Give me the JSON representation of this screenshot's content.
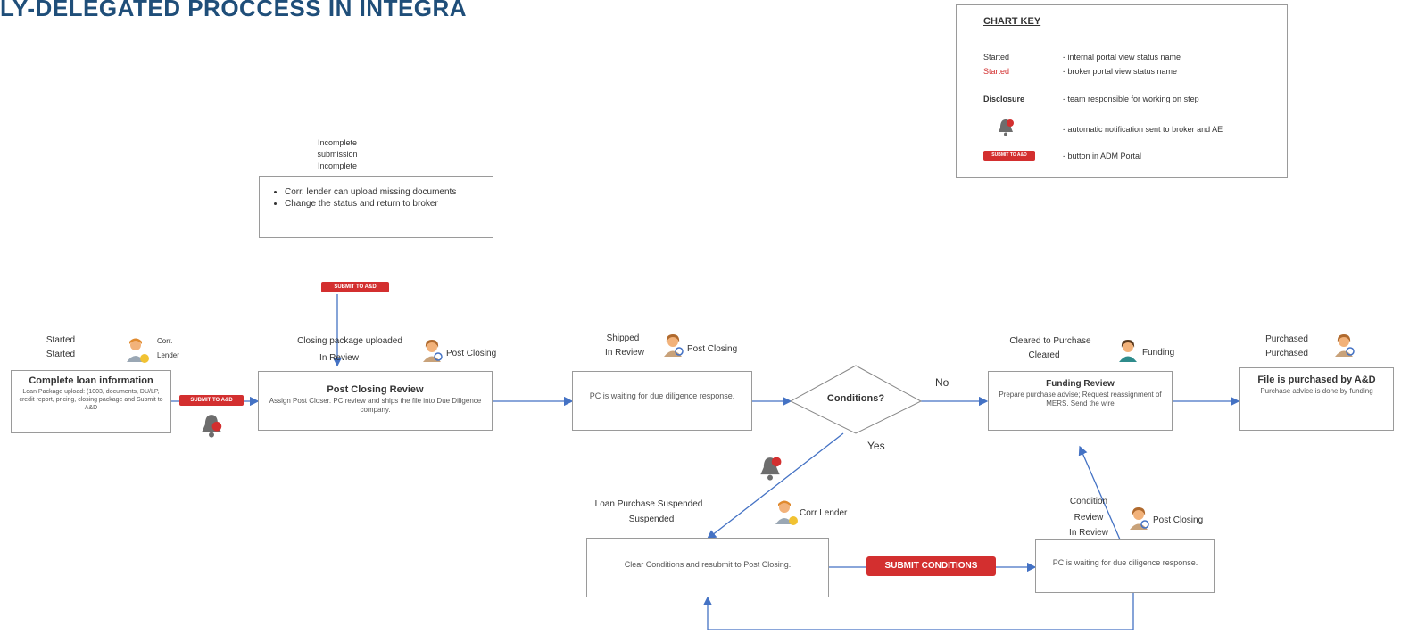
{
  "title": "LY-DELEGATED PROCCESS IN INTEGRA",
  "colors": {
    "accent_red": "#d32f2f",
    "title_blue": "#1f4e79",
    "arrow_blue": "#4472c4"
  },
  "chart_key": {
    "title": "CHART KEY",
    "rows": [
      {
        "term": "Started",
        "desc": "- internal portal view status name"
      },
      {
        "term": "Started",
        "desc": "- broker portal view status name"
      },
      {
        "term": "Disclosure",
        "desc": "- team responsible for working on step"
      },
      {
        "term": "bell-icon",
        "desc": "- automatic notification sent to broker and AE"
      },
      {
        "term": "SUBMIT TO A&D",
        "desc": "- button in ADM Portal"
      }
    ]
  },
  "incomplete": {
    "status_internal_1": "Incomplete",
    "status_internal_2": "submission",
    "status_broker": "Incomplete",
    "bullets": [
      "Corr. lender can upload missing documents",
      "Change the status and return to broker"
    ],
    "button": "SUBMIT TO A&D"
  },
  "step1": {
    "status_internal": "Started",
    "status_broker": "Started",
    "team_1": "Corr.",
    "team_2": "Lender",
    "title": "Complete loan information",
    "desc": "Loan Package upload: (1003, documents, DU/LP, credit report, pricing, closing package and Submit to A&D",
    "button": "SUBMIT TO A&D"
  },
  "step2": {
    "status_internal": "Closing package uploaded",
    "status_broker": "In Review",
    "team": "Post Closing",
    "title": "Post Closing Review",
    "desc": "Assign Post Closer. PC review and ships the file into Due Diligence company."
  },
  "step3": {
    "status_internal": "Shipped",
    "status_broker": "In Review",
    "team": "Post Closing",
    "desc": "PC is waiting for due diligence response."
  },
  "decision": {
    "label": "Conditions?",
    "no": "No",
    "yes": "Yes"
  },
  "step4": {
    "status_internal": "Cleared to Purchase",
    "status_broker": "Cleared",
    "team": "Funding",
    "title": "Funding Review",
    "desc": "Prepare purchase advise; Request reassignment of MERS. Send the wire"
  },
  "step5": {
    "status_internal": "Purchased",
    "status_broker": "Purchased",
    "title": "File is purchased by A&D",
    "desc": "Purchase advice is done by funding"
  },
  "suspended": {
    "status_internal": "Loan Purchase Suspended",
    "status_broker": "Suspended",
    "team": "Corr Lender",
    "desc": "Clear Conditions and resubmit to Post Closing.",
    "button": "SUBMIT CONDITIONS"
  },
  "cond_review": {
    "status_internal_1": "Condition",
    "status_internal_2": "Review",
    "status_broker": "In Review",
    "team": "Post Closing",
    "desc": "PC is waiting for due diligence response."
  }
}
